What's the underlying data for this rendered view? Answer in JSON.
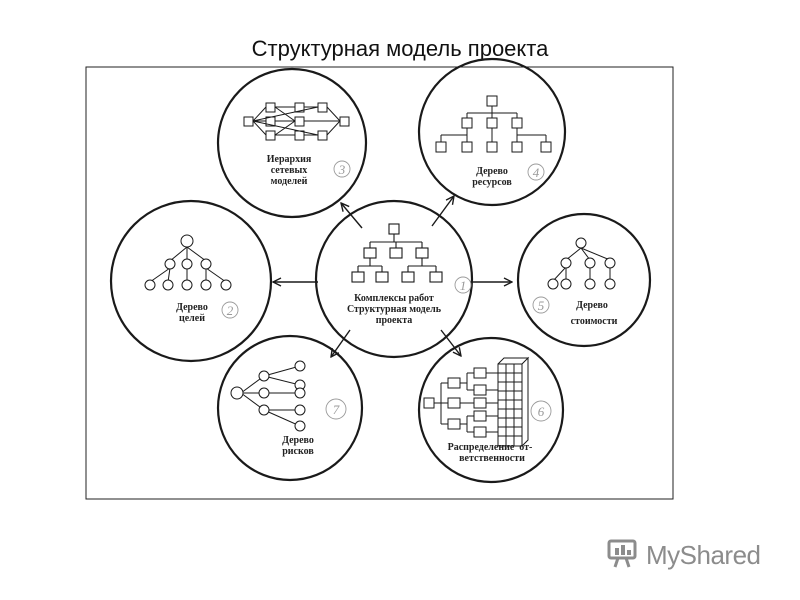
{
  "slide": {
    "title": "Структурная модель проекта"
  },
  "diagram": {
    "center": {
      "lines": [
        "Комплексы работ",
        "Структурная модель",
        "проекта"
      ],
      "number": "1"
    },
    "nodes": [
      {
        "id": "network",
        "lines": [
          "Иерархия",
          "сетевых",
          "моделей"
        ],
        "number": "3"
      },
      {
        "id": "resources",
        "lines": [
          "Дерево",
          "ресурсов"
        ],
        "number": "4"
      },
      {
        "id": "goals",
        "lines": [
          "Дерево",
          "целей"
        ],
        "number": "2"
      },
      {
        "id": "cost",
        "lines": [
          "Дерево",
          "стоимости"
        ],
        "number": "5"
      },
      {
        "id": "risks",
        "lines": [
          "Дерево",
          "рисков"
        ],
        "number": "7"
      },
      {
        "id": "responsibility",
        "lines": [
          "Распределение  от-",
          "ветственности"
        ],
        "number": "6"
      }
    ]
  },
  "watermark": {
    "text": "MyShared",
    "icon": "presentation-board-icon"
  },
  "colors": {
    "stroke": "#1a1a1a",
    "watermark": "#8c8c8c"
  }
}
